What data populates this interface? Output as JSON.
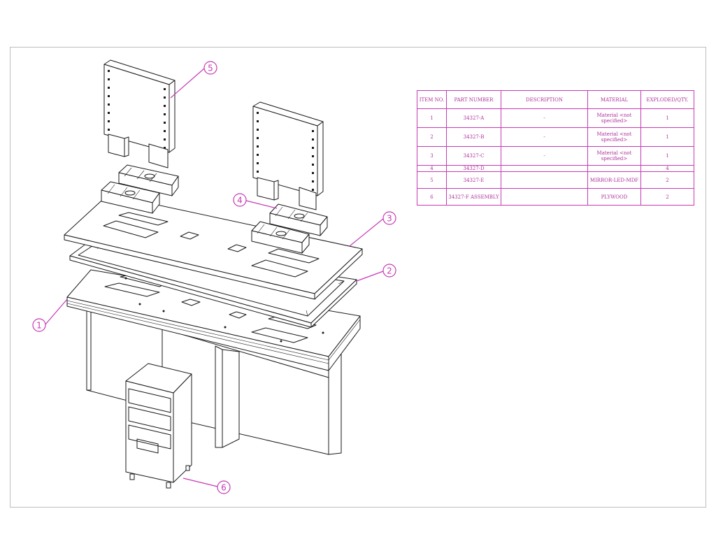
{
  "balloons": [
    "1",
    "2",
    "3",
    "4",
    "5",
    "6"
  ],
  "bom": {
    "headers": [
      "ITEM NO.",
      "PART NUMBER",
      "DESCRIPTION",
      "MATERIAL",
      "EXPLODED/QTY."
    ],
    "rows": [
      {
        "item": "1",
        "part": "34327-A",
        "desc": "-",
        "material": "Material <not specified>",
        "qty": "1"
      },
      {
        "item": "2",
        "part": "34327-B",
        "desc": "-",
        "material": "Material <not specified>",
        "qty": "1"
      },
      {
        "item": "3",
        "part": "34327-C",
        "desc": "-",
        "material": "Material <not specified>",
        "qty": "1"
      },
      {
        "item": "4",
        "part": "34327-D",
        "desc": "",
        "material": "",
        "qty": "4"
      },
      {
        "item": "5",
        "part": "34327-E",
        "desc": "",
        "material": "MIRROR-LED-MDF",
        "qty": "2"
      },
      {
        "item": "6",
        "part": "34327-F ASSEMBLY",
        "desc": "",
        "material": "PLYWOOD",
        "qty": "2"
      }
    ]
  },
  "colors": {
    "annotation": "#c53ab4",
    "table_text": "#b0309c",
    "line": "#1a1a1a",
    "sheet_border": "#bdbdbd"
  }
}
